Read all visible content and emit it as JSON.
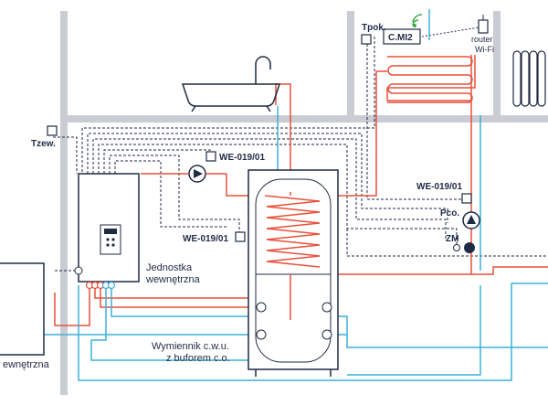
{
  "labels": {
    "tpok": "Tpok.",
    "cmi2": "C.MI2",
    "router": "router",
    "wifi": "Wi-Fi",
    "tzew": "Tzew.",
    "sensor_top": "WE-019/01",
    "sensor_mid": "WE-019/01",
    "sensor_right": "WE-019/01",
    "pco": "Pco.",
    "zm": "ZM",
    "indoor_unit_line1": "Jednostka",
    "indoor_unit_line2": "wewnętrzna",
    "outdoor_unit": "ewnętrzna",
    "tank_line1": "Wymiennik c.w.u.",
    "tank_line2": "z buforem c.o."
  },
  "colors": {
    "hot": "#e8503a",
    "cold": "#3db0d8",
    "wall": "#c9ccd3",
    "line": "#1f2a44",
    "wifi": "#3aaa4a"
  },
  "icons": [
    "wifi-icon",
    "bathtub-icon",
    "radiator-icon",
    "pump-icon",
    "valve-icon",
    "room-thermostat-icon",
    "tank-coil-icon",
    "router-icon"
  ]
}
